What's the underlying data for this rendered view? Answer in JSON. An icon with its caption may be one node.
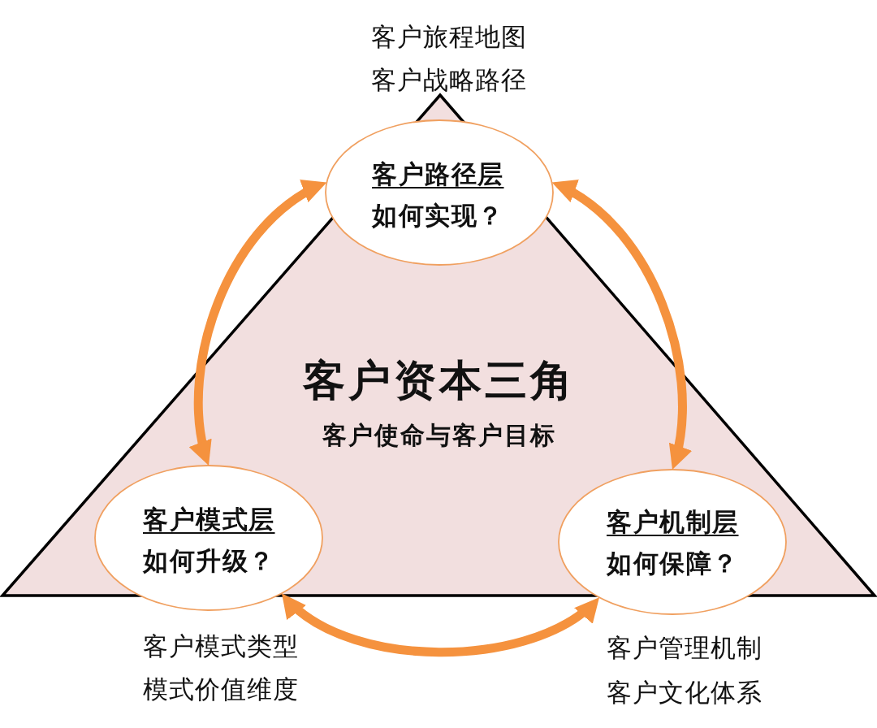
{
  "diagram": {
    "nodes": [
      {
        "text": [
          "客户资本三角",
          "客户使命与客户目标"
        ]
      },
      {
        "text": [
          "客户路径层",
          "如何实现？"
        ],
        "beside": [
          "客户旅程地图",
          "客户战略路径"
        ],
        "in": 0
      },
      {
        "text": [
          "客户模式层",
          "如何升级？"
        ],
        "beside": [
          "客户模式类型",
          "模式价值维度"
        ],
        "in": 0
      },
      {
        "text": [
          "客户机制层",
          "如何保障？"
        ],
        "beside": [
          "客户管理机制",
          "客户文化体系"
        ],
        "in": 0
      }
    ],
    "edges": [
      {
        "from": 1,
        "to": 2,
        "arrow": "both"
      },
      {
        "from": 1,
        "to": 3,
        "arrow": "both"
      },
      {
        "from": 2,
        "to": 3,
        "arrow": "both"
      }
    ]
  }
}
